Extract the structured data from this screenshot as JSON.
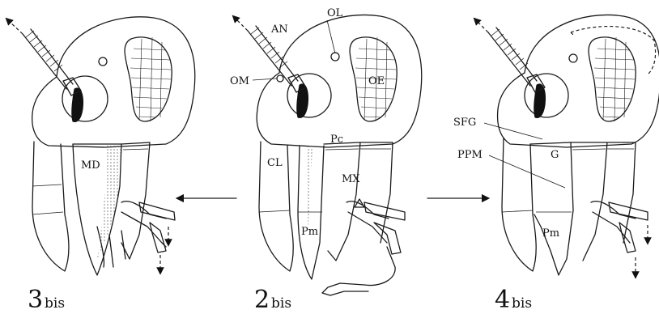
{
  "figures": [
    {
      "id": "left",
      "number": "3",
      "suffix": "bis",
      "labels": {
        "md": "MD"
      }
    },
    {
      "id": "center",
      "number": "2",
      "suffix": "bis",
      "labels": {
        "an": "AN",
        "ol": "OL",
        "om": "OM",
        "oe": "OE",
        "cl": "CL",
        "pc": "Pc",
        "mx": "MX",
        "pm": "Pm"
      }
    },
    {
      "id": "right",
      "number": "4",
      "suffix": "bis",
      "labels": {
        "sfg": "SFG",
        "g": "G",
        "ppm": "PPM",
        "pm": "Pm"
      }
    }
  ]
}
